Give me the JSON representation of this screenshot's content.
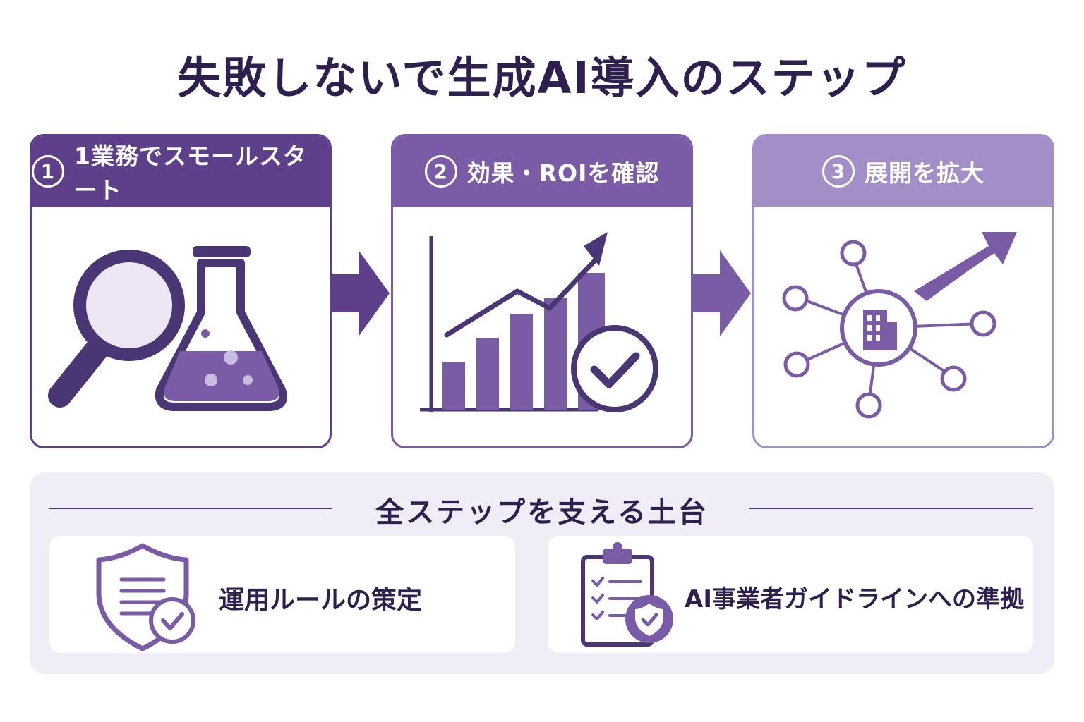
{
  "title": "失敗しないで生成AI導入のステップ",
  "steps": [
    {
      "number": "1",
      "label": "1業務でスモールスタート",
      "icon": "magnifier-flask-icon"
    },
    {
      "number": "2",
      "label": "効果・ROIを確認",
      "icon": "growth-chart-check-icon"
    },
    {
      "number": "3",
      "label": "展開を拡大",
      "icon": "network-expansion-icon"
    }
  ],
  "foundation": {
    "title": "全ステップを支える土台",
    "items": [
      {
        "label": "運用ルールの策定",
        "icon": "shield-document-check-icon"
      },
      {
        "label": "AI事業者ガイドラインへの準拠",
        "icon": "clipboard-checklist-shield-icon"
      }
    ]
  },
  "colors": {
    "dark": "#2e1f4f",
    "step1": "#5d3f8a",
    "step2": "#7a5ca6",
    "step3": "#a48ec8",
    "foundation_bg": "#f0edf6"
  }
}
